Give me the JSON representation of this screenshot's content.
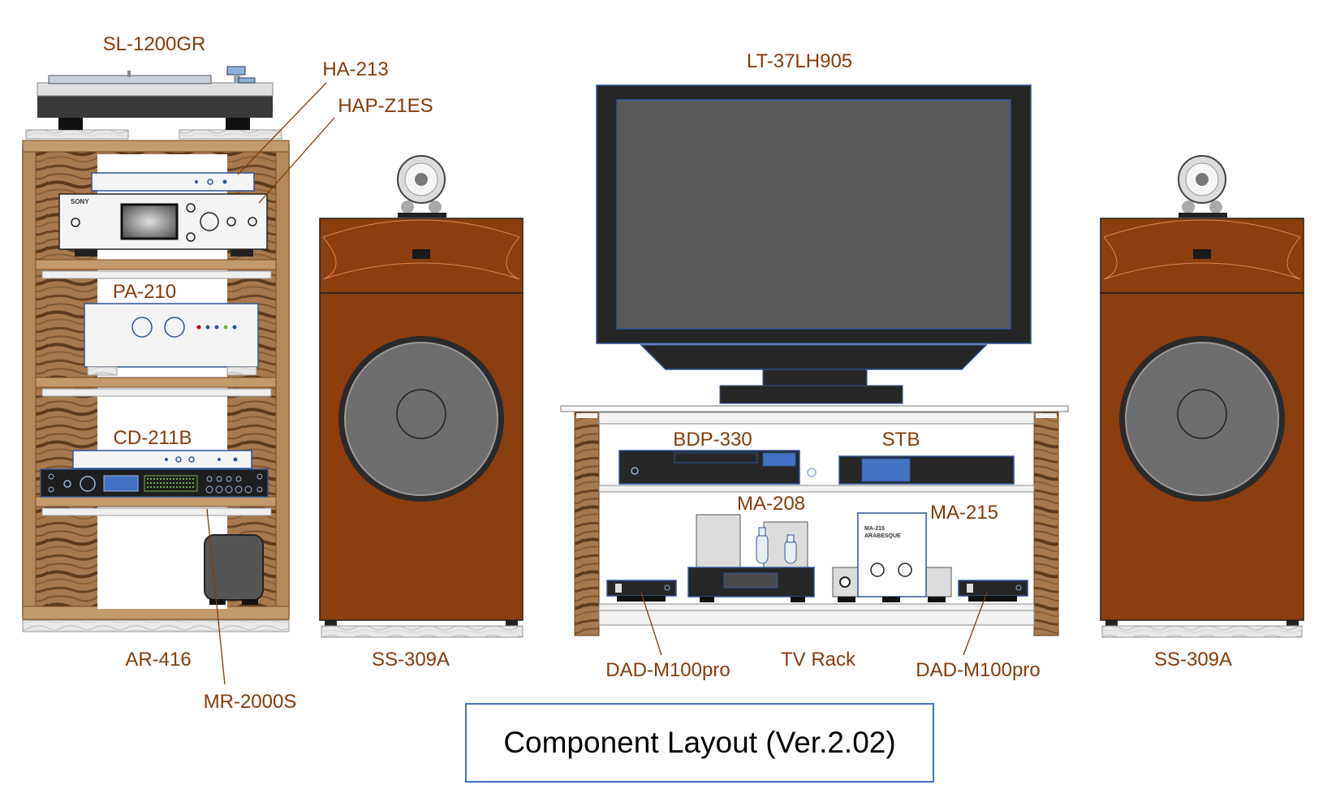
{
  "labels": {
    "turntable": "SL-1200GR",
    "headphone_amp": "HA-213",
    "player": "HAP-Z1ES",
    "preamp": "PA-210",
    "cd_player": "CD-211B",
    "rack_left": "AR-416",
    "recorder": "MR-2000S",
    "speaker_left": "SS-309A",
    "tv": "LT-37LH905",
    "bd_player": "BDP-330",
    "stb": "STB",
    "amp_208": "MA-208",
    "amp_215": "MA-215",
    "dac_left": "DAD-M100pro",
    "tv_rack": "TV Rack",
    "dac_right": "DAD-M100pro",
    "speaker_right": "SS-309A"
  },
  "device_text": {
    "sony_logo": "SONY",
    "ma215_plate_model": "MA-215",
    "ma215_plate_name": "ARABESQUE"
  },
  "title": "Component Layout (Ver.2.02)",
  "colors": {
    "label": "#843c0c",
    "outline_blue": "#2f5597",
    "title_border": "#4472c4",
    "speaker_wood": "#8b3e0e",
    "rack_wood": "#a0704a",
    "tv_screen": "#5a5a5a",
    "tv_bezel": "#262626"
  }
}
